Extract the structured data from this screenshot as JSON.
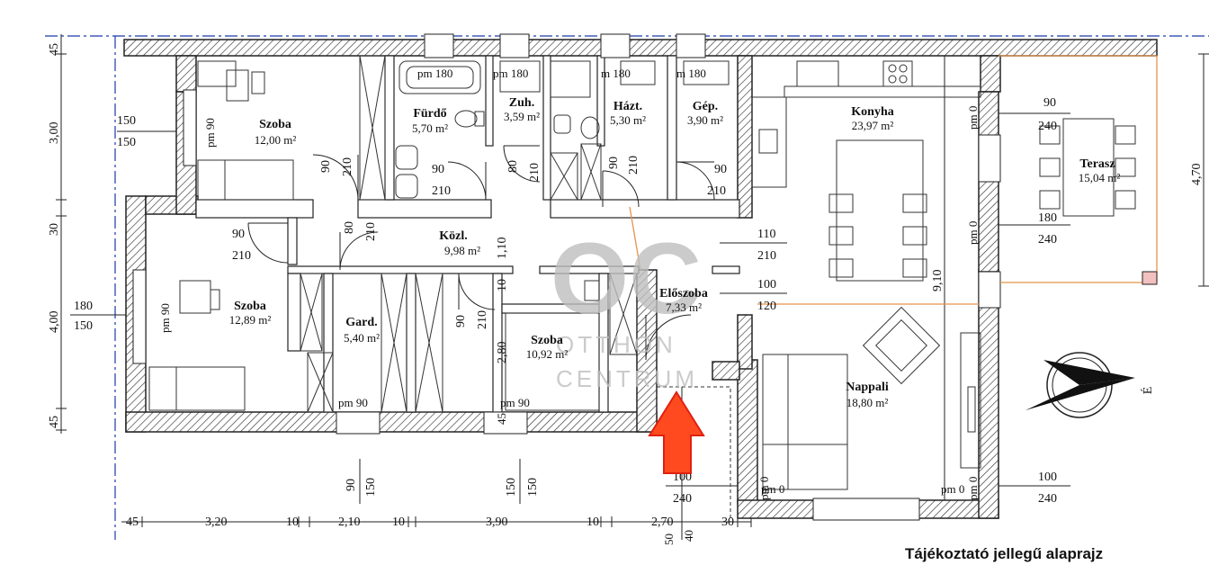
{
  "caption": "Tájékoztató jellegű alaprajz",
  "watermark": {
    "letters": "OC",
    "line1": "OTTHON",
    "line2": "CENTRUM"
  },
  "rooms": [
    {
      "id": "szoba1",
      "name": "Szoba",
      "area": "12,00 m²"
    },
    {
      "id": "furdo",
      "name": "Fürdő",
      "area": "5,70 m²"
    },
    {
      "id": "zuh",
      "name": "Zuh.",
      "area": "3,59 m²"
    },
    {
      "id": "hazt",
      "name": "Házt.",
      "area": "5,30 m²"
    },
    {
      "id": "gep",
      "name": "Gép.",
      "area": "3,90 m²"
    },
    {
      "id": "konyha",
      "name": "Konyha",
      "area": "23,97 m²"
    },
    {
      "id": "terasz",
      "name": "Terasz",
      "area": "15,04 m²"
    },
    {
      "id": "kozl",
      "name": "Közl.",
      "area": "9,98 m²"
    },
    {
      "id": "szoba2",
      "name": "Szoba",
      "area": "12,89 m²"
    },
    {
      "id": "gard",
      "name": "Gard.",
      "area": "5,40 m²"
    },
    {
      "id": "szoba3",
      "name": "Szoba",
      "area": "10,92 m²"
    },
    {
      "id": "eloszoba",
      "name": "Előszoba",
      "area": "7,33 m²"
    },
    {
      "id": "nappali",
      "name": "Nappali",
      "area": "18,80 m²"
    }
  ],
  "window_labels": {
    "pm180": "pm 180",
    "pm90": "pm 90",
    "pm0": "pm 0",
    "m180": "m 180"
  },
  "dimensions": {
    "left": [
      "45",
      "3,00",
      "30",
      "4,00",
      "45"
    ],
    "bottom": [
      "45",
      "3,20",
      "10",
      "2,10",
      "10",
      "3,90",
      "10",
      "2,70",
      "30"
    ],
    "right": "4,70",
    "inner_vertical": [
      "9,10",
      "1,10",
      "10",
      "2,80",
      "45",
      "50",
      "40"
    ],
    "openings": {
      "d90": "90",
      "d80": "80",
      "d100": "100",
      "d110": "110",
      "d120": "120",
      "d150": "150",
      "d180": "180",
      "d210": "210",
      "d240": "240"
    }
  },
  "compass": {
    "label": "É"
  },
  "colors": {
    "arrow_fill": "#ff4a1f",
    "arrow_stroke": "#e02010",
    "wall_stroke": "#222222",
    "terrace_line": "#e8924a",
    "axis_line": "#1a3aa8"
  }
}
